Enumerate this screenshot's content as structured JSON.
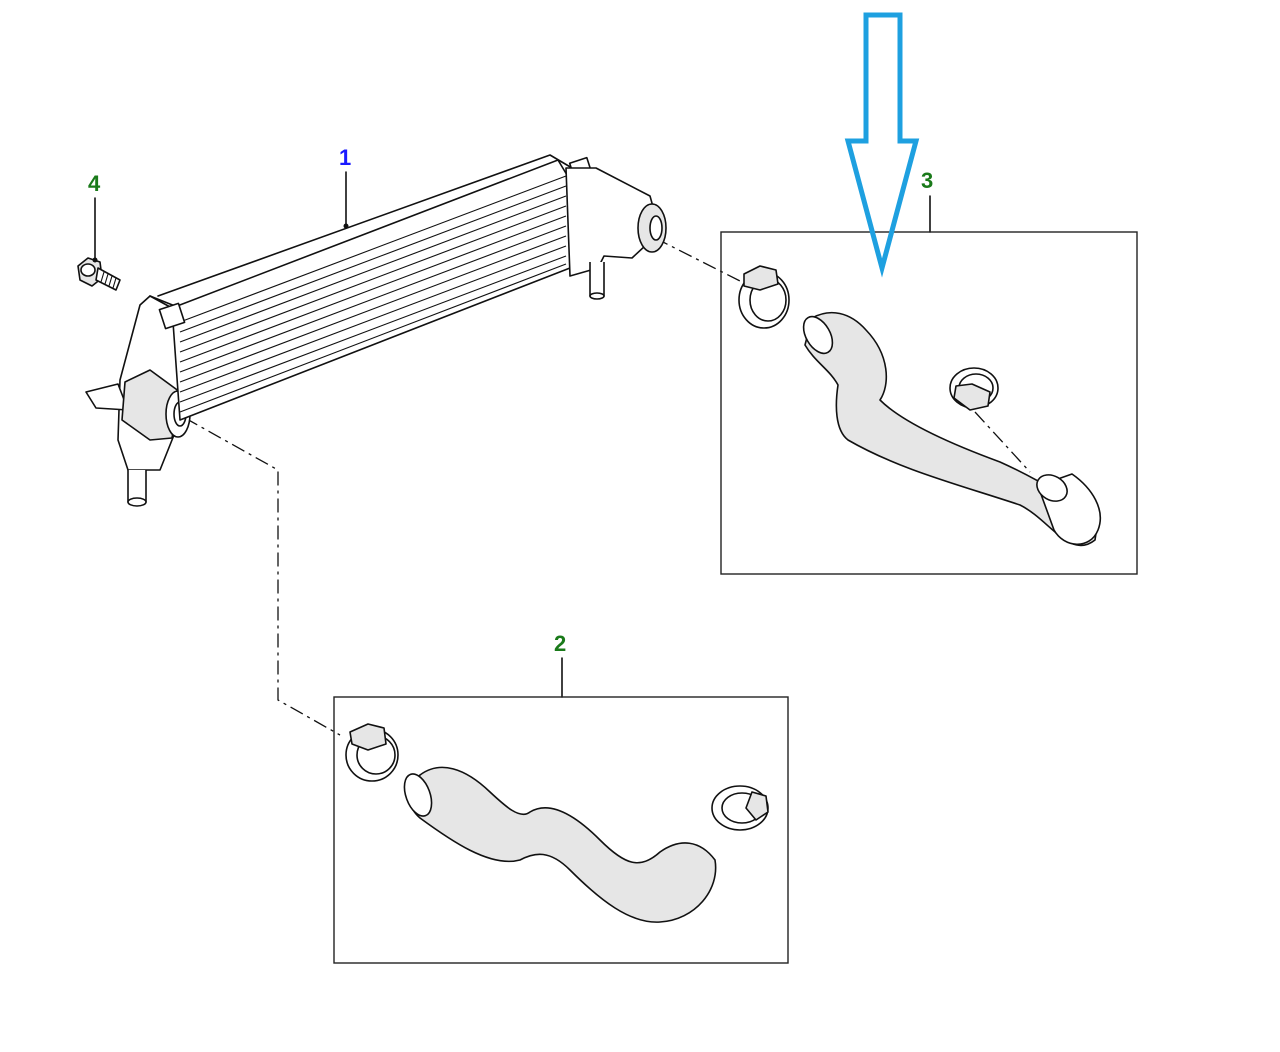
{
  "callouts": [
    {
      "id": "1",
      "label": "1",
      "color": "#1a1aff"
    },
    {
      "id": "2",
      "label": "2",
      "color": "#1a7a1a"
    },
    {
      "id": "3",
      "label": "3",
      "color": "#1a7a1a"
    },
    {
      "id": "4",
      "label": "4",
      "color": "#1a7a1a"
    }
  ],
  "parts": [
    {
      "callout": "1",
      "icon": "intercooler-icon"
    },
    {
      "callout": "2",
      "icon": "lower-hose-with-clamps-icon"
    },
    {
      "callout": "3",
      "icon": "upper-hose-with-clamps-icon"
    },
    {
      "callout": "4",
      "icon": "bolt-icon"
    }
  ],
  "highlight": {
    "icon": "down-arrow-icon",
    "target_callout": "3",
    "color": "#1ea0e0"
  }
}
